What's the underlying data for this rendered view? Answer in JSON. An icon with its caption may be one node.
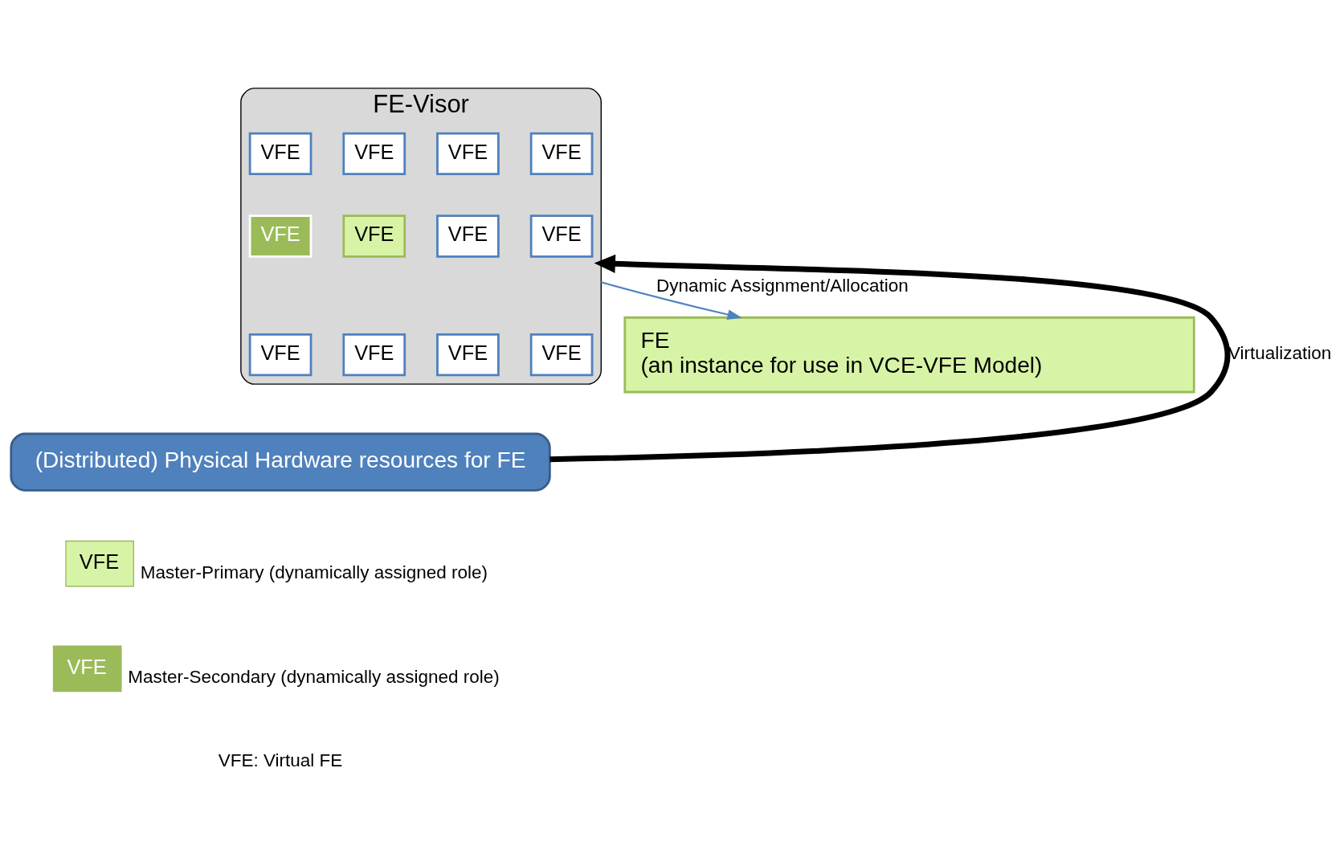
{
  "diagram": {
    "nodes": [
      {
        "text": [
          "FE-Visor"
        ]
      },
      {
        "text": [
          "VFE"
        ],
        "in": 0
      },
      {
        "text": [
          "VFE"
        ],
        "in": 0
      },
      {
        "text": [
          "VFE"
        ],
        "in": 0
      },
      {
        "text": [
          "VFE"
        ],
        "in": 0
      },
      {
        "text": [
          "VFE"
        ],
        "in": 0
      },
      {
        "text": [
          "VFE"
        ],
        "in": 0
      },
      {
        "text": [
          "VFE"
        ],
        "in": 0
      },
      {
        "text": [
          "VFE"
        ],
        "in": 0
      },
      {
        "text": [
          "VFE"
        ],
        "in": 0
      },
      {
        "text": [
          "VFE"
        ],
        "in": 0
      },
      {
        "text": [
          "VFE"
        ],
        "in": 0
      },
      {
        "text": [
          "VFE"
        ],
        "in": 0
      },
      {
        "text": [
          "FE",
          "(an instance for use in VCE-VFE Model)"
        ]
      },
      {
        "text": [
          "(Distributed) Physical Hardware resources for FE"
        ]
      }
    ],
    "edges": [
      {
        "from": 0,
        "to": 13,
        "arrow": "to",
        "label": "Dynamic Assignment/Allocation",
        "color": "#4f81bd"
      },
      {
        "from": 14,
        "to": 0,
        "arrow": "to",
        "label": "Virtualization",
        "style": "thick",
        "color": "#000000"
      }
    ],
    "labels": [
      "VFE",
      "VFE",
      "VFE: Virtual FE"
    ],
    "legend": [
      {
        "text": "Master-Primary (dynamically assigned role)",
        "color": "#d7f4a6"
      },
      {
        "text": "Master-Secondary (dynamically assigned role)",
        "color": "#9bbb59"
      }
    ]
  }
}
